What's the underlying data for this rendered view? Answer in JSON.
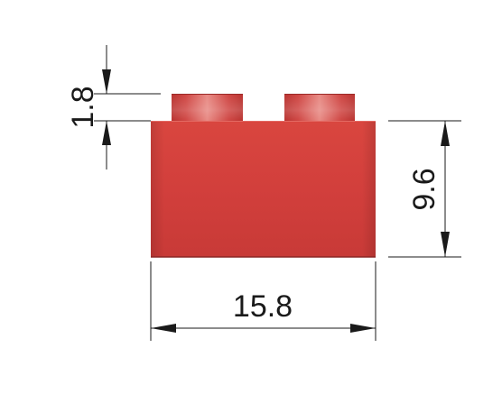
{
  "dimensions": {
    "width": {
      "value": "15.8"
    },
    "height": {
      "value": "9.6"
    },
    "stud_height": {
      "value": "1.8"
    }
  },
  "colors": {
    "brick_main": "#d5403d",
    "brick_dark": "#b52f2d",
    "brick_light": "#e3625d",
    "stud_main": "#c94542",
    "stud_light": "#f1a7a0",
    "line": "#1a1a1a"
  }
}
